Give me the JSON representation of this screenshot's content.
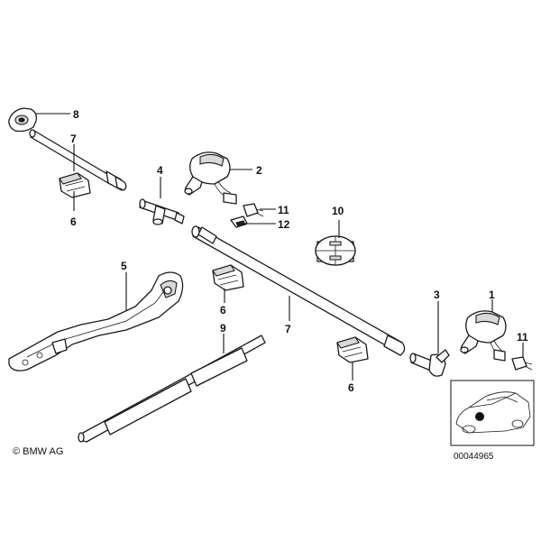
{
  "callouts": {
    "c1": "1",
    "c2": "2",
    "c3": "3",
    "c4": "4",
    "c5": "5",
    "c6a": "6",
    "c6b": "6",
    "c6c": "6",
    "c7a": "7",
    "c7b": "7",
    "c8": "8",
    "c9": "9",
    "c10": "10",
    "c11a": "11",
    "c11b": "11",
    "c12": "12"
  },
  "footer": {
    "copyright": "© BMW AG",
    "diagram_number": "00044965"
  },
  "colors": {
    "line": "#1a1a1a",
    "shading": "#d9d9d9",
    "locator_dot": "#111111"
  }
}
